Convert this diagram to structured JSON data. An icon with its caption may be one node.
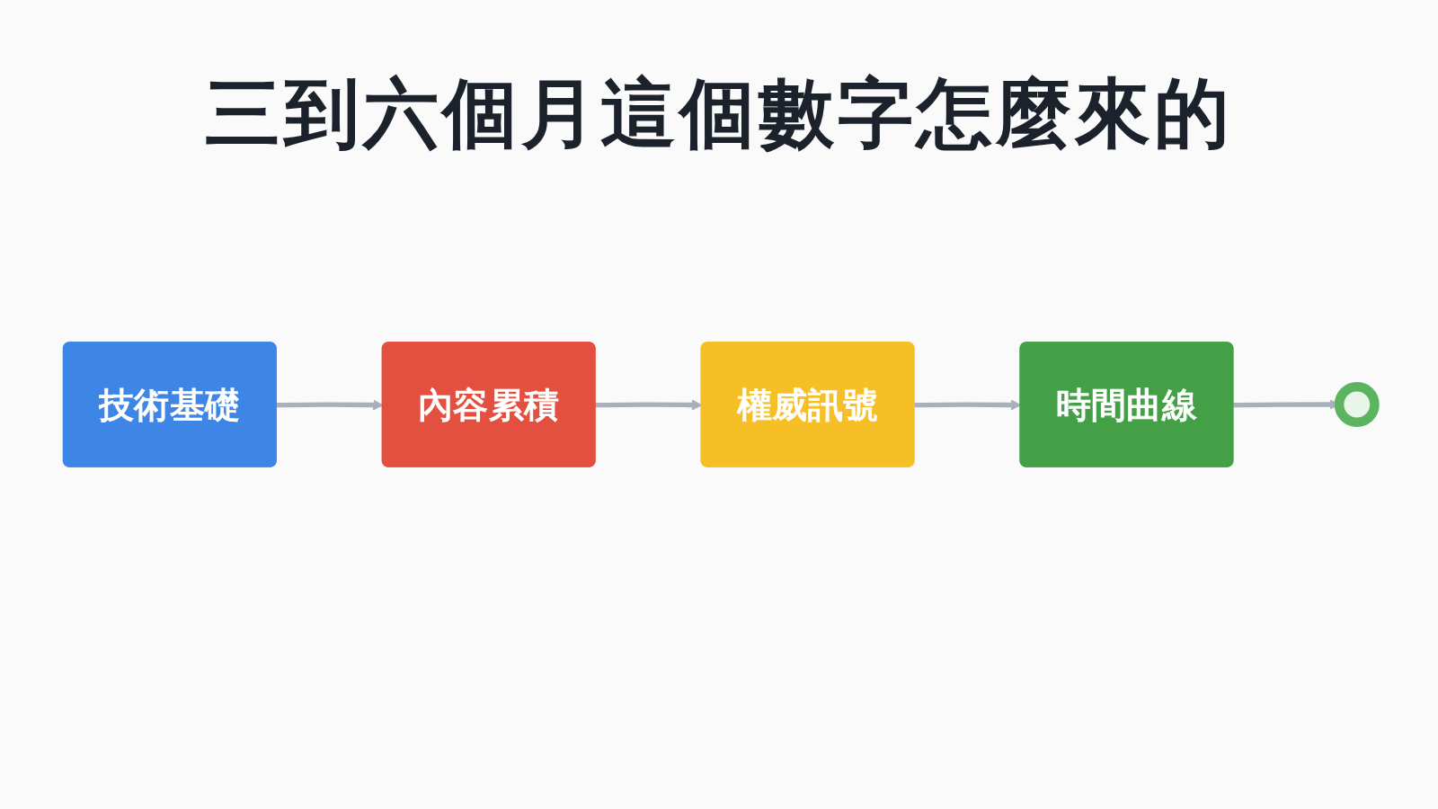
{
  "diagram": {
    "title": "三到六個月這個數字怎麼來的",
    "nodes": [
      {
        "text": [
          "技術基礎"
        ]
      },
      {
        "text": [
          "內容累積"
        ]
      },
      {
        "text": [
          "權威訊號"
        ]
      },
      {
        "text": [
          "時間曲線"
        ]
      },
      {
        "text": [],
        "shape": "circle"
      }
    ],
    "edges": [
      {
        "from": 0,
        "to": 1,
        "arrow": "to"
      },
      {
        "from": 1,
        "to": 2,
        "arrow": "to"
      },
      {
        "from": 2,
        "to": 3,
        "arrow": "to"
      },
      {
        "from": 3,
        "to": 4,
        "arrow": "to"
      }
    ]
  }
}
